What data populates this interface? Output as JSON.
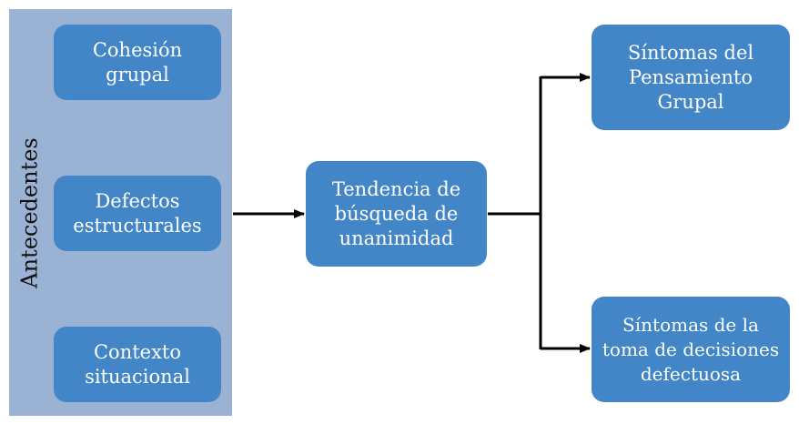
{
  "diagram": {
    "side_label": "Antecedentes",
    "antecedents": [
      "Cohesión grupal",
      "Defectos estructurales",
      "Contexto situacional"
    ],
    "center": "Tendencia de búsqueda de unanimidad",
    "outcomes": [
      "Síntomas del Pensamiento Grupal",
      "Síntomas de la toma de decisiones defectuosa"
    ]
  },
  "colors": {
    "panel": "#9ab3d5",
    "box": "#4286c7",
    "box_text": "#ffffff",
    "connector": "#000000"
  }
}
